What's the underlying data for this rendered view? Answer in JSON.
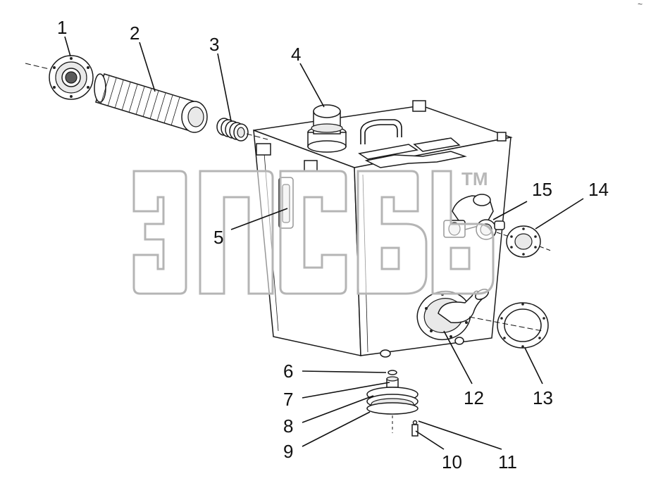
{
  "watermark": {
    "trademark": "TM"
  },
  "callouts": [
    {
      "id": "1",
      "text": "1"
    },
    {
      "id": "2",
      "text": "2"
    },
    {
      "id": "3",
      "text": "3"
    },
    {
      "id": "4",
      "text": "4"
    },
    {
      "id": "5",
      "text": "5"
    },
    {
      "id": "6",
      "text": "6"
    },
    {
      "id": "7",
      "text": "7"
    },
    {
      "id": "8",
      "text": "8"
    },
    {
      "id": "9",
      "text": "9"
    },
    {
      "id": "10",
      "text": "10"
    },
    {
      "id": "11",
      "text": "11"
    },
    {
      "id": "12",
      "text": "12"
    },
    {
      "id": "13",
      "text": "13"
    },
    {
      "id": "14",
      "text": "14"
    },
    {
      "id": "15",
      "text": "15"
    }
  ],
  "corner_mark": "~"
}
